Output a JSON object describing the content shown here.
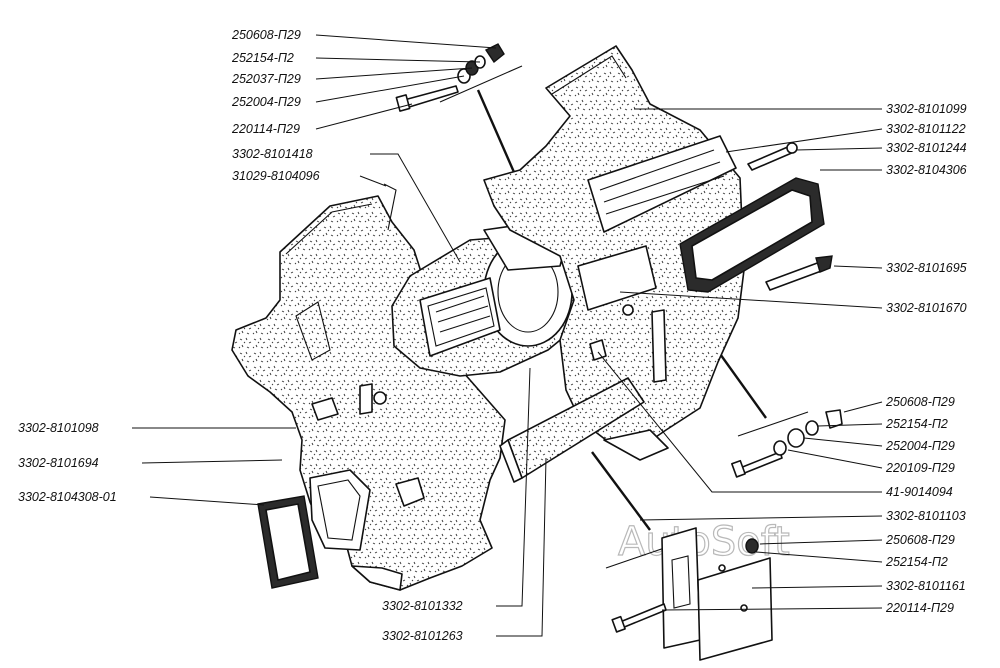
{
  "watermark": "AutoSoft",
  "labels_left": [
    {
      "id": "l1",
      "text": "250608-П29"
    },
    {
      "id": "l2",
      "text": "252154-П2"
    },
    {
      "id": "l3",
      "text": "252037-П29"
    },
    {
      "id": "l4",
      "text": "252004-П29"
    },
    {
      "id": "l5",
      "text": "220114-П29"
    },
    {
      "id": "l6",
      "text": "3302-8101418"
    },
    {
      "id": "l7",
      "text": "31029-8104096"
    },
    {
      "id": "l8",
      "text": "3302-8101098"
    },
    {
      "id": "l9",
      "text": "3302-8101694"
    },
    {
      "id": "l10",
      "text": "3302-8104308-01"
    }
  ],
  "labels_bottom": [
    {
      "id": "b1",
      "text": "3302-8101332"
    },
    {
      "id": "b2",
      "text": "3302-8101263"
    }
  ],
  "labels_right": [
    {
      "id": "r1",
      "text": "3302-8101099"
    },
    {
      "id": "r2",
      "text": "3302-8101122"
    },
    {
      "id": "r3",
      "text": "3302-8101244"
    },
    {
      "id": "r4",
      "text": "3302-8104306"
    },
    {
      "id": "r5",
      "text": "3302-8101695"
    },
    {
      "id": "r6",
      "text": "3302-8101670"
    },
    {
      "id": "r7",
      "text": "250608-П29"
    },
    {
      "id": "r8",
      "text": "252154-П2"
    },
    {
      "id": "r9",
      "text": "252004-П29"
    },
    {
      "id": "r10",
      "text": "220109-П29"
    },
    {
      "id": "r11",
      "text": "41-9014094"
    },
    {
      "id": "r12",
      "text": "3302-8101103"
    },
    {
      "id": "r13",
      "text": "250608-П29"
    },
    {
      "id": "r14",
      "text": "252154-П2"
    },
    {
      "id": "r15",
      "text": "3302-8101161"
    },
    {
      "id": "r16",
      "text": "220114-П29"
    }
  ]
}
